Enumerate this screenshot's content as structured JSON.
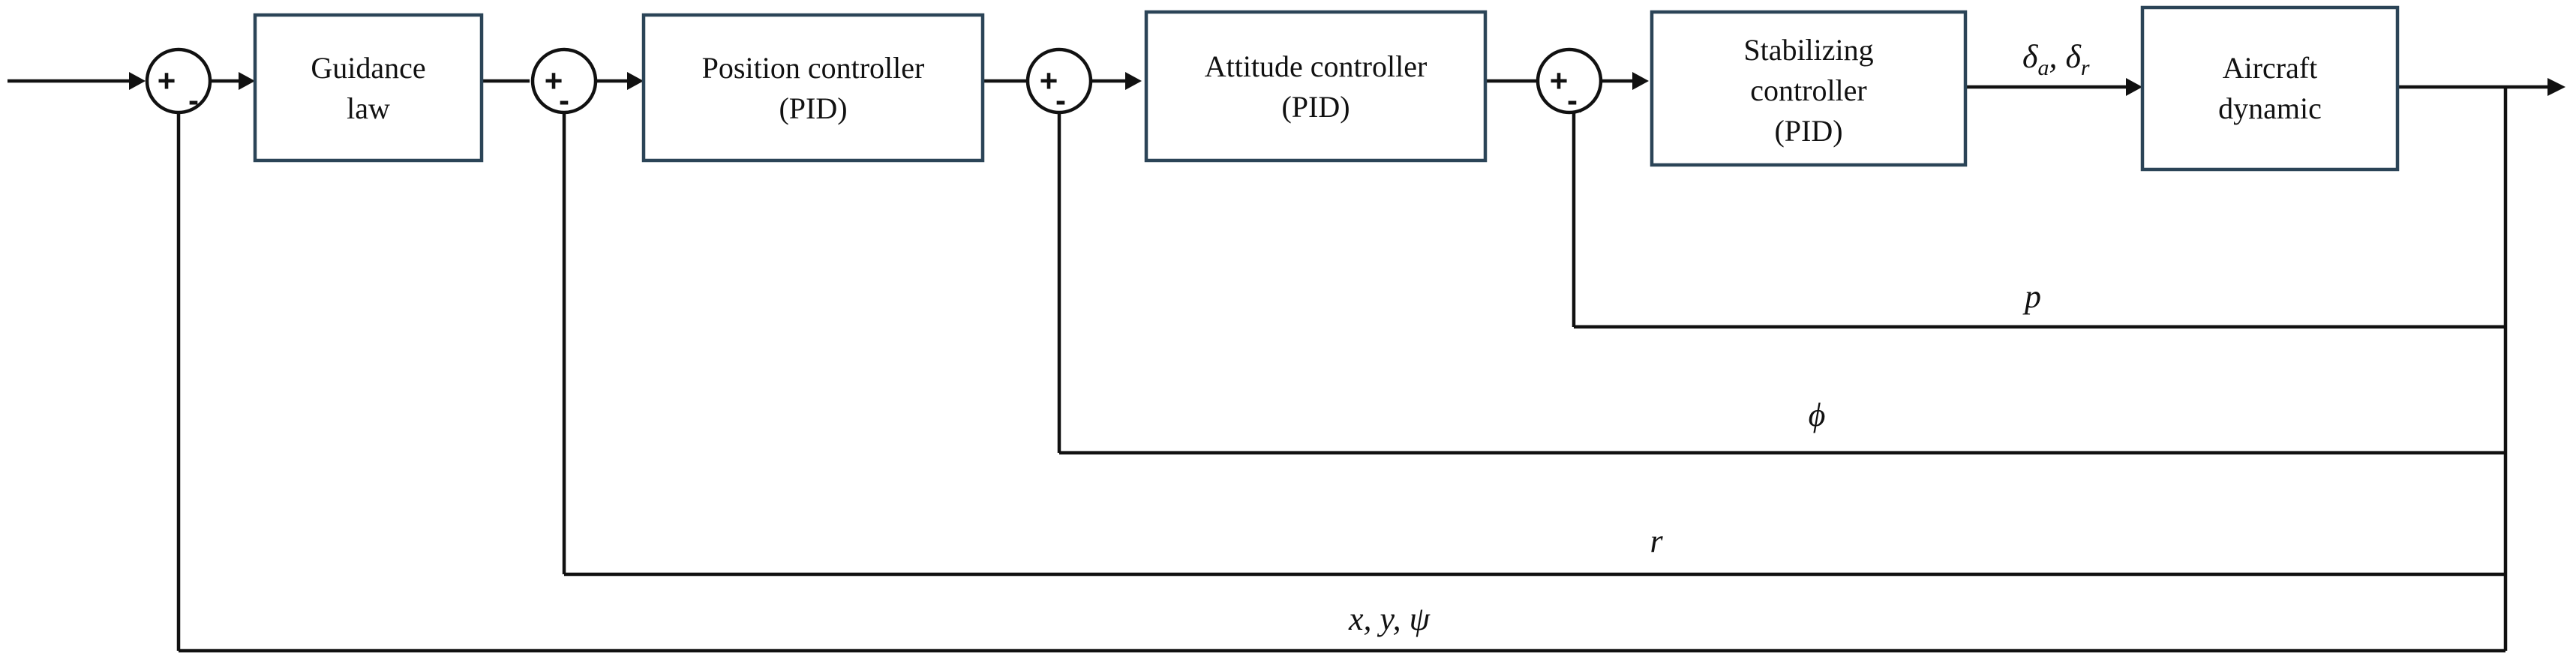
{
  "blocks": {
    "guidance": {
      "line1": "Guidance",
      "line2": "law"
    },
    "position": {
      "line1": "Position controller",
      "line2": "(PID)"
    },
    "attitude": {
      "line1": "Attitude controller",
      "line2": "(PID)"
    },
    "stabilizing": {
      "line1": "Stabilizing",
      "line2": "controller",
      "line3": "(PID)"
    },
    "aircraft": {
      "line1": "Aircraft",
      "line2": "dynamic"
    }
  },
  "signals": {
    "actuator": "δ",
    "actuator_sub_a": "a",
    "actuator_sep": ", δ",
    "actuator_sub_r": "r",
    "roll_rate": "p",
    "roll_angle": "ϕ",
    "yaw_rate": "r",
    "position": "x, y, ψ"
  },
  "summing_junction": {
    "plus": "+",
    "minus": "-"
  }
}
